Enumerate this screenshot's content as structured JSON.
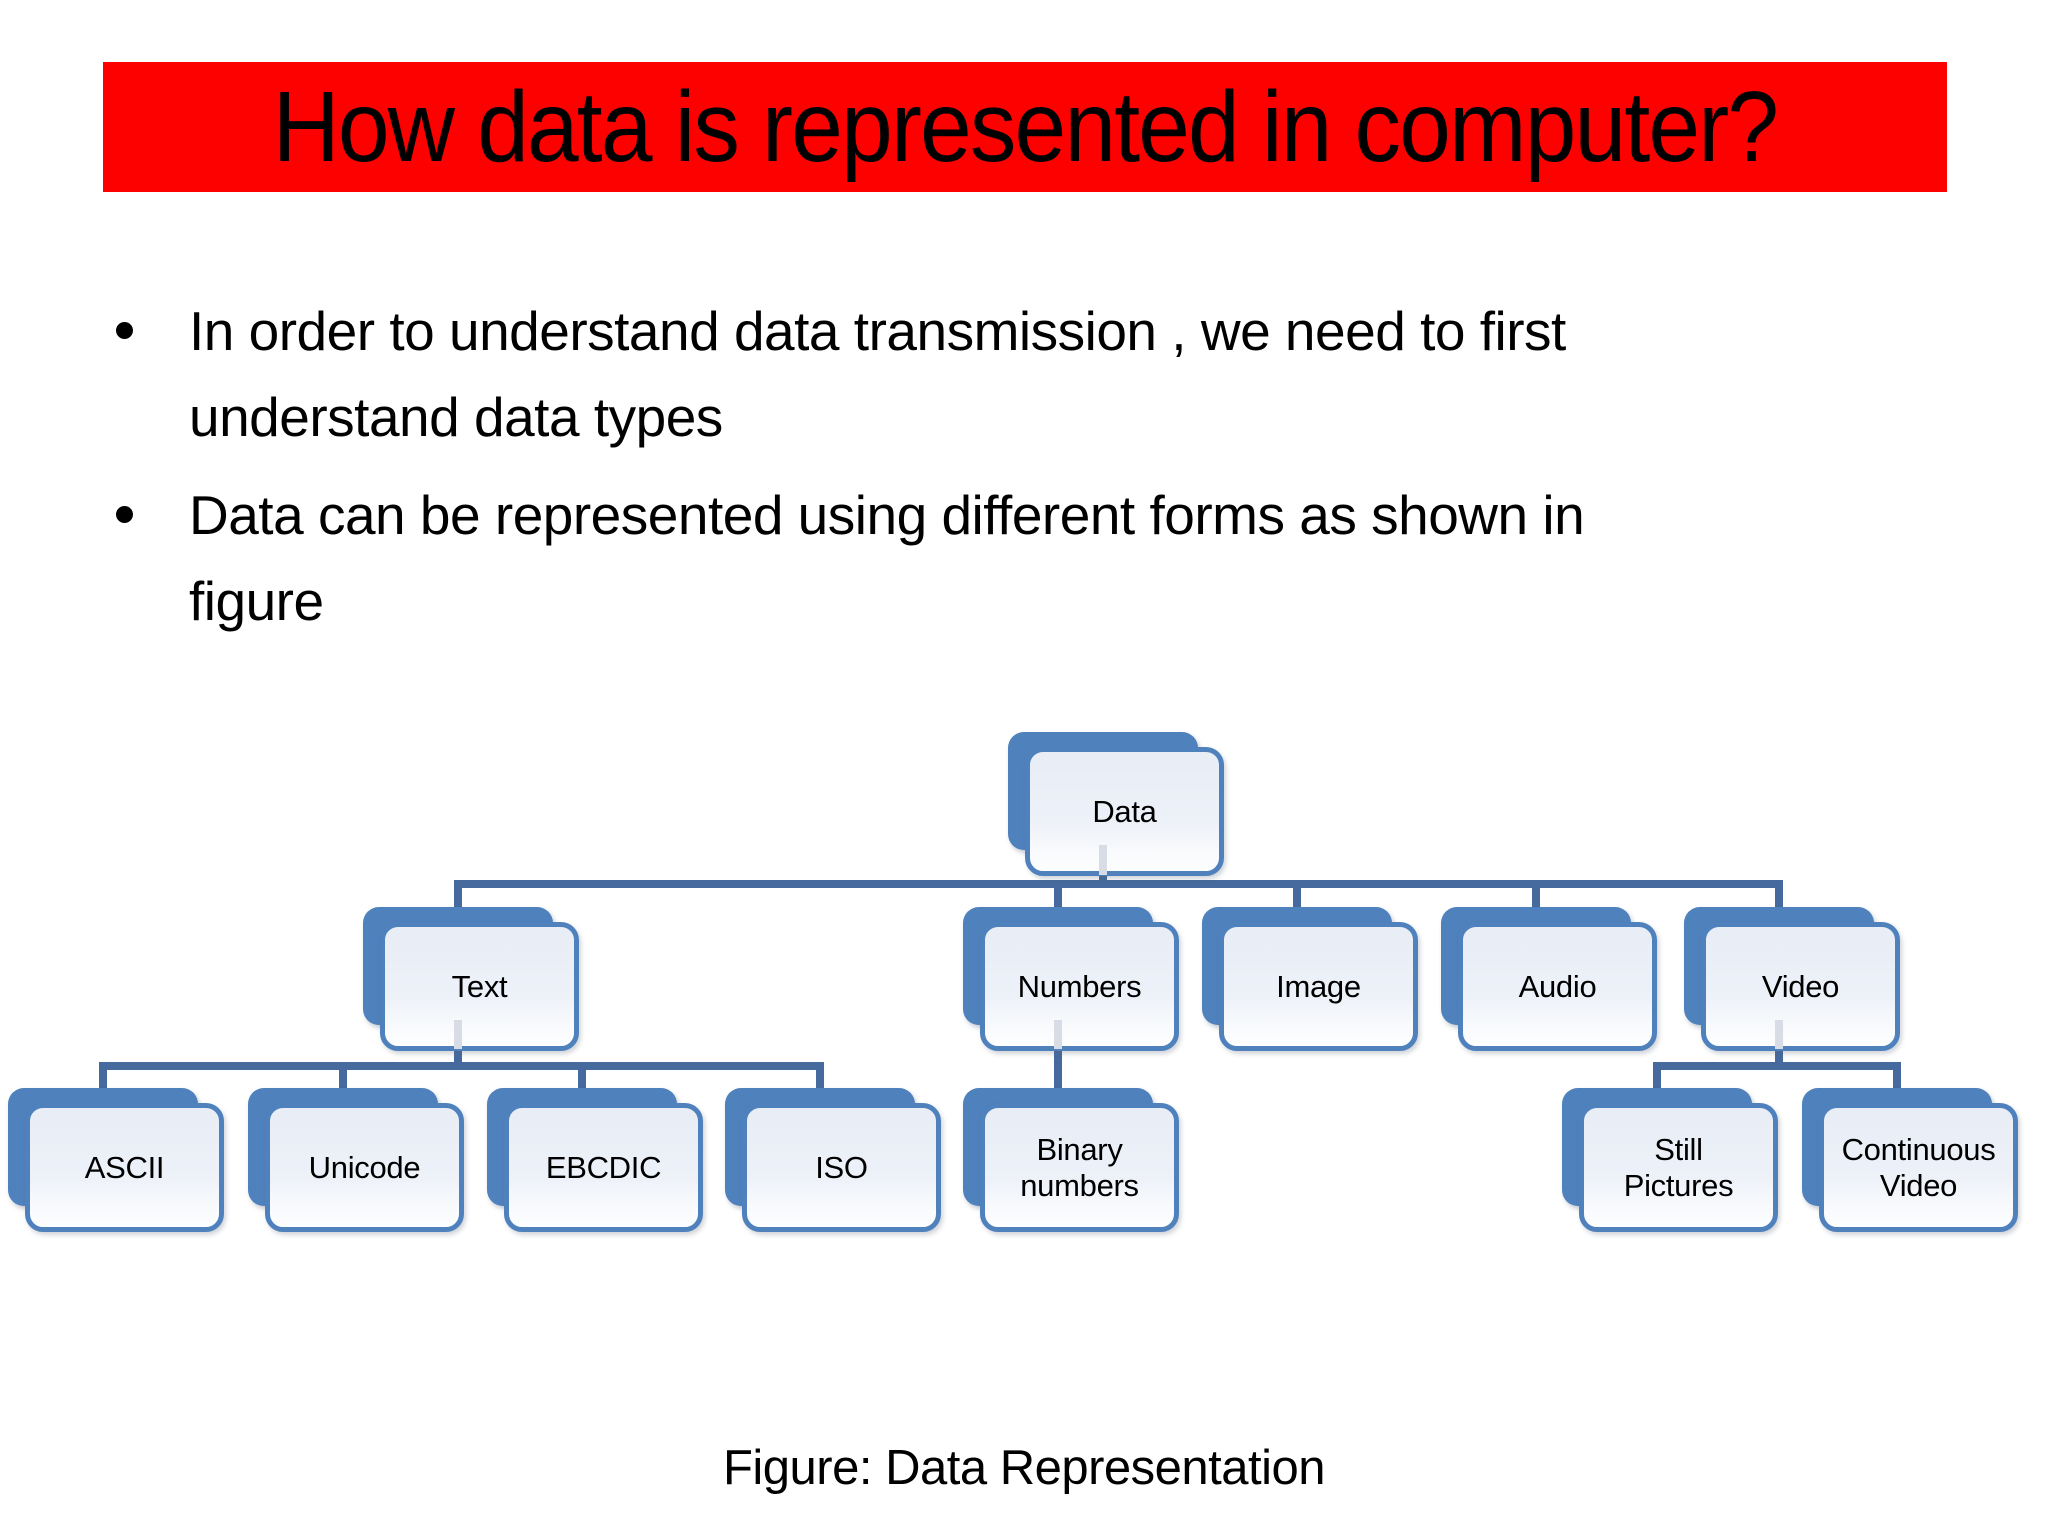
{
  "title": {
    "text": "How data is represented in computer?"
  },
  "bullets": [
    "In order to understand data transmission , we need to first\nunderstand data types",
    "Data can be represented using different forms as shown in\nfigure"
  ],
  "diagram": {
    "caption": "Figure: Data Representation",
    "nodes": [
      {
        "id": "data",
        "label": "Data"
      },
      {
        "id": "text",
        "label": "Text"
      },
      {
        "id": "numbers",
        "label": "Numbers"
      },
      {
        "id": "image",
        "label": "Image"
      },
      {
        "id": "audio",
        "label": "Audio"
      },
      {
        "id": "video",
        "label": "Video"
      },
      {
        "id": "ascii",
        "label": "ASCII"
      },
      {
        "id": "unicode",
        "label": "Unicode"
      },
      {
        "id": "ebcdic",
        "label": "EBCDIC"
      },
      {
        "id": "iso",
        "label": "ISO"
      },
      {
        "id": "binary",
        "label": "Binary\nnumbers"
      },
      {
        "id": "still",
        "label": "Still\nPictures"
      },
      {
        "id": "continuous",
        "label": "Continuous\nVideo"
      }
    ],
    "edges": [
      [
        "data",
        "text"
      ],
      [
        "data",
        "numbers"
      ],
      [
        "data",
        "image"
      ],
      [
        "data",
        "audio"
      ],
      [
        "data",
        "video"
      ],
      [
        "text",
        "ascii"
      ],
      [
        "text",
        "unicode"
      ],
      [
        "text",
        "ebcdic"
      ],
      [
        "text",
        "iso"
      ],
      [
        "numbers",
        "binary"
      ],
      [
        "video",
        "still"
      ],
      [
        "video",
        "continuous"
      ]
    ]
  },
  "colors": {
    "red": "#fd0000",
    "accent-blue": "#4f81bd",
    "line-blue": "#466a9d",
    "stub-gray": "#d8dce5"
  }
}
